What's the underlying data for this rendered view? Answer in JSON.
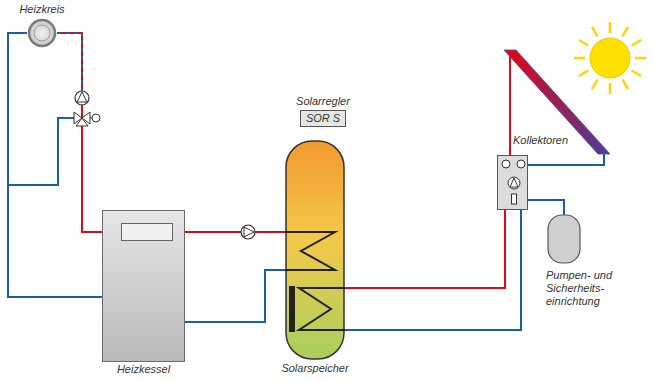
{
  "diagram": {
    "nodes": [
      {
        "text": [
          "Heizkreis"
        ]
      },
      {
        "text": [
          "Solarregler",
          "SOR S"
        ]
      },
      {
        "text": [
          "Heizkessel"
        ]
      },
      {
        "text": [
          "Solarspeicher"
        ]
      },
      {
        "text": [
          "Kollektoren"
        ]
      },
      {
        "text": [
          "Pumpen- und Sicherheits- einrichtung"
        ]
      }
    ],
    "edges": [
      {
        "from": 2,
        "to": 0,
        "arrow": "none"
      },
      {
        "from": 0,
        "to": 2,
        "arrow": "none"
      },
      {
        "from": 2,
        "to": 3,
        "arrow": "none"
      },
      {
        "from": 3,
        "to": 2,
        "arrow": "none"
      },
      {
        "from": 4,
        "to": 5,
        "arrow": "none"
      },
      {
        "from": 5,
        "to": 3,
        "arrow": "none"
      },
      {
        "from": 3,
        "to": 5,
        "arrow": "none"
      },
      {
        "from": 5,
        "to": 4,
        "arrow": "none"
      }
    ]
  }
}
